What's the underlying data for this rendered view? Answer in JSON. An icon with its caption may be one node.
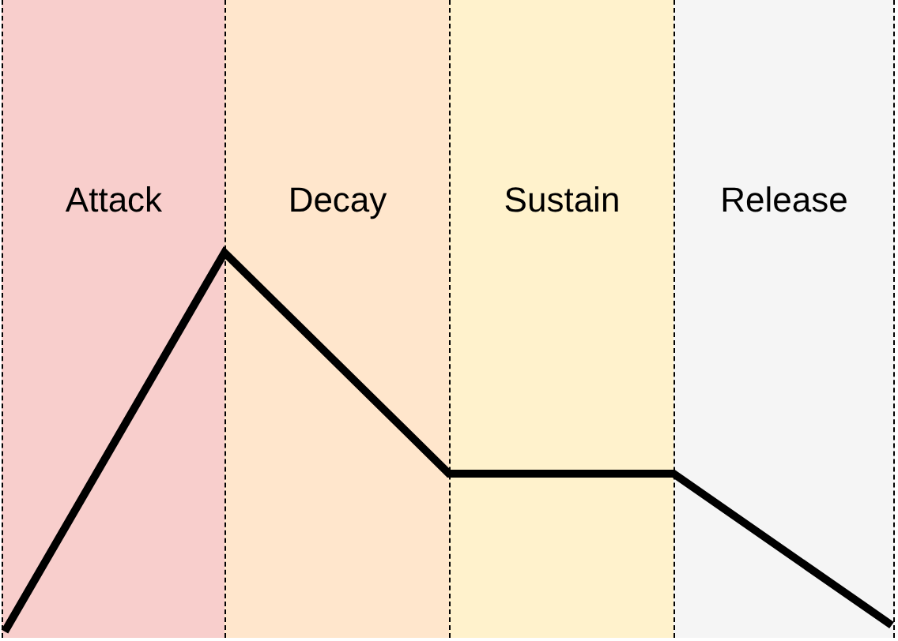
{
  "diagram": {
    "nodes": [
      {
        "text": [
          "Attack"
        ]
      },
      {
        "text": [
          "Decay"
        ]
      },
      {
        "text": [
          "Sustain"
        ]
      },
      {
        "text": [
          "Release"
        ]
      }
    ]
  }
}
